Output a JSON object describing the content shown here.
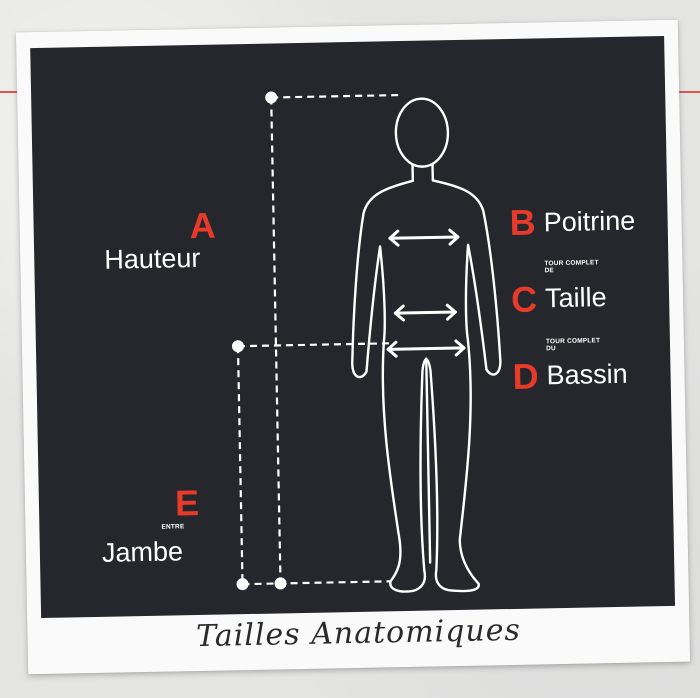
{
  "labels": {
    "a": {
      "letter": "A",
      "name": "Hauteur"
    },
    "b": {
      "letter": "B",
      "name": "Poitrine"
    },
    "c": {
      "letter": "C",
      "prefix": "TOUR COMPLET DE",
      "name": "Taille"
    },
    "d": {
      "letter": "D",
      "prefix": "TOUR COMPLET DU",
      "name": "Bassin"
    },
    "e": {
      "letter": "E",
      "prefix": "ENTRE",
      "name": "Jambe"
    }
  },
  "caption": "Tailles Anatomiques",
  "colors": {
    "panel": "#25272c",
    "accent": "#e63a2b",
    "line": "#ffffff",
    "frame": "#fafafa"
  }
}
